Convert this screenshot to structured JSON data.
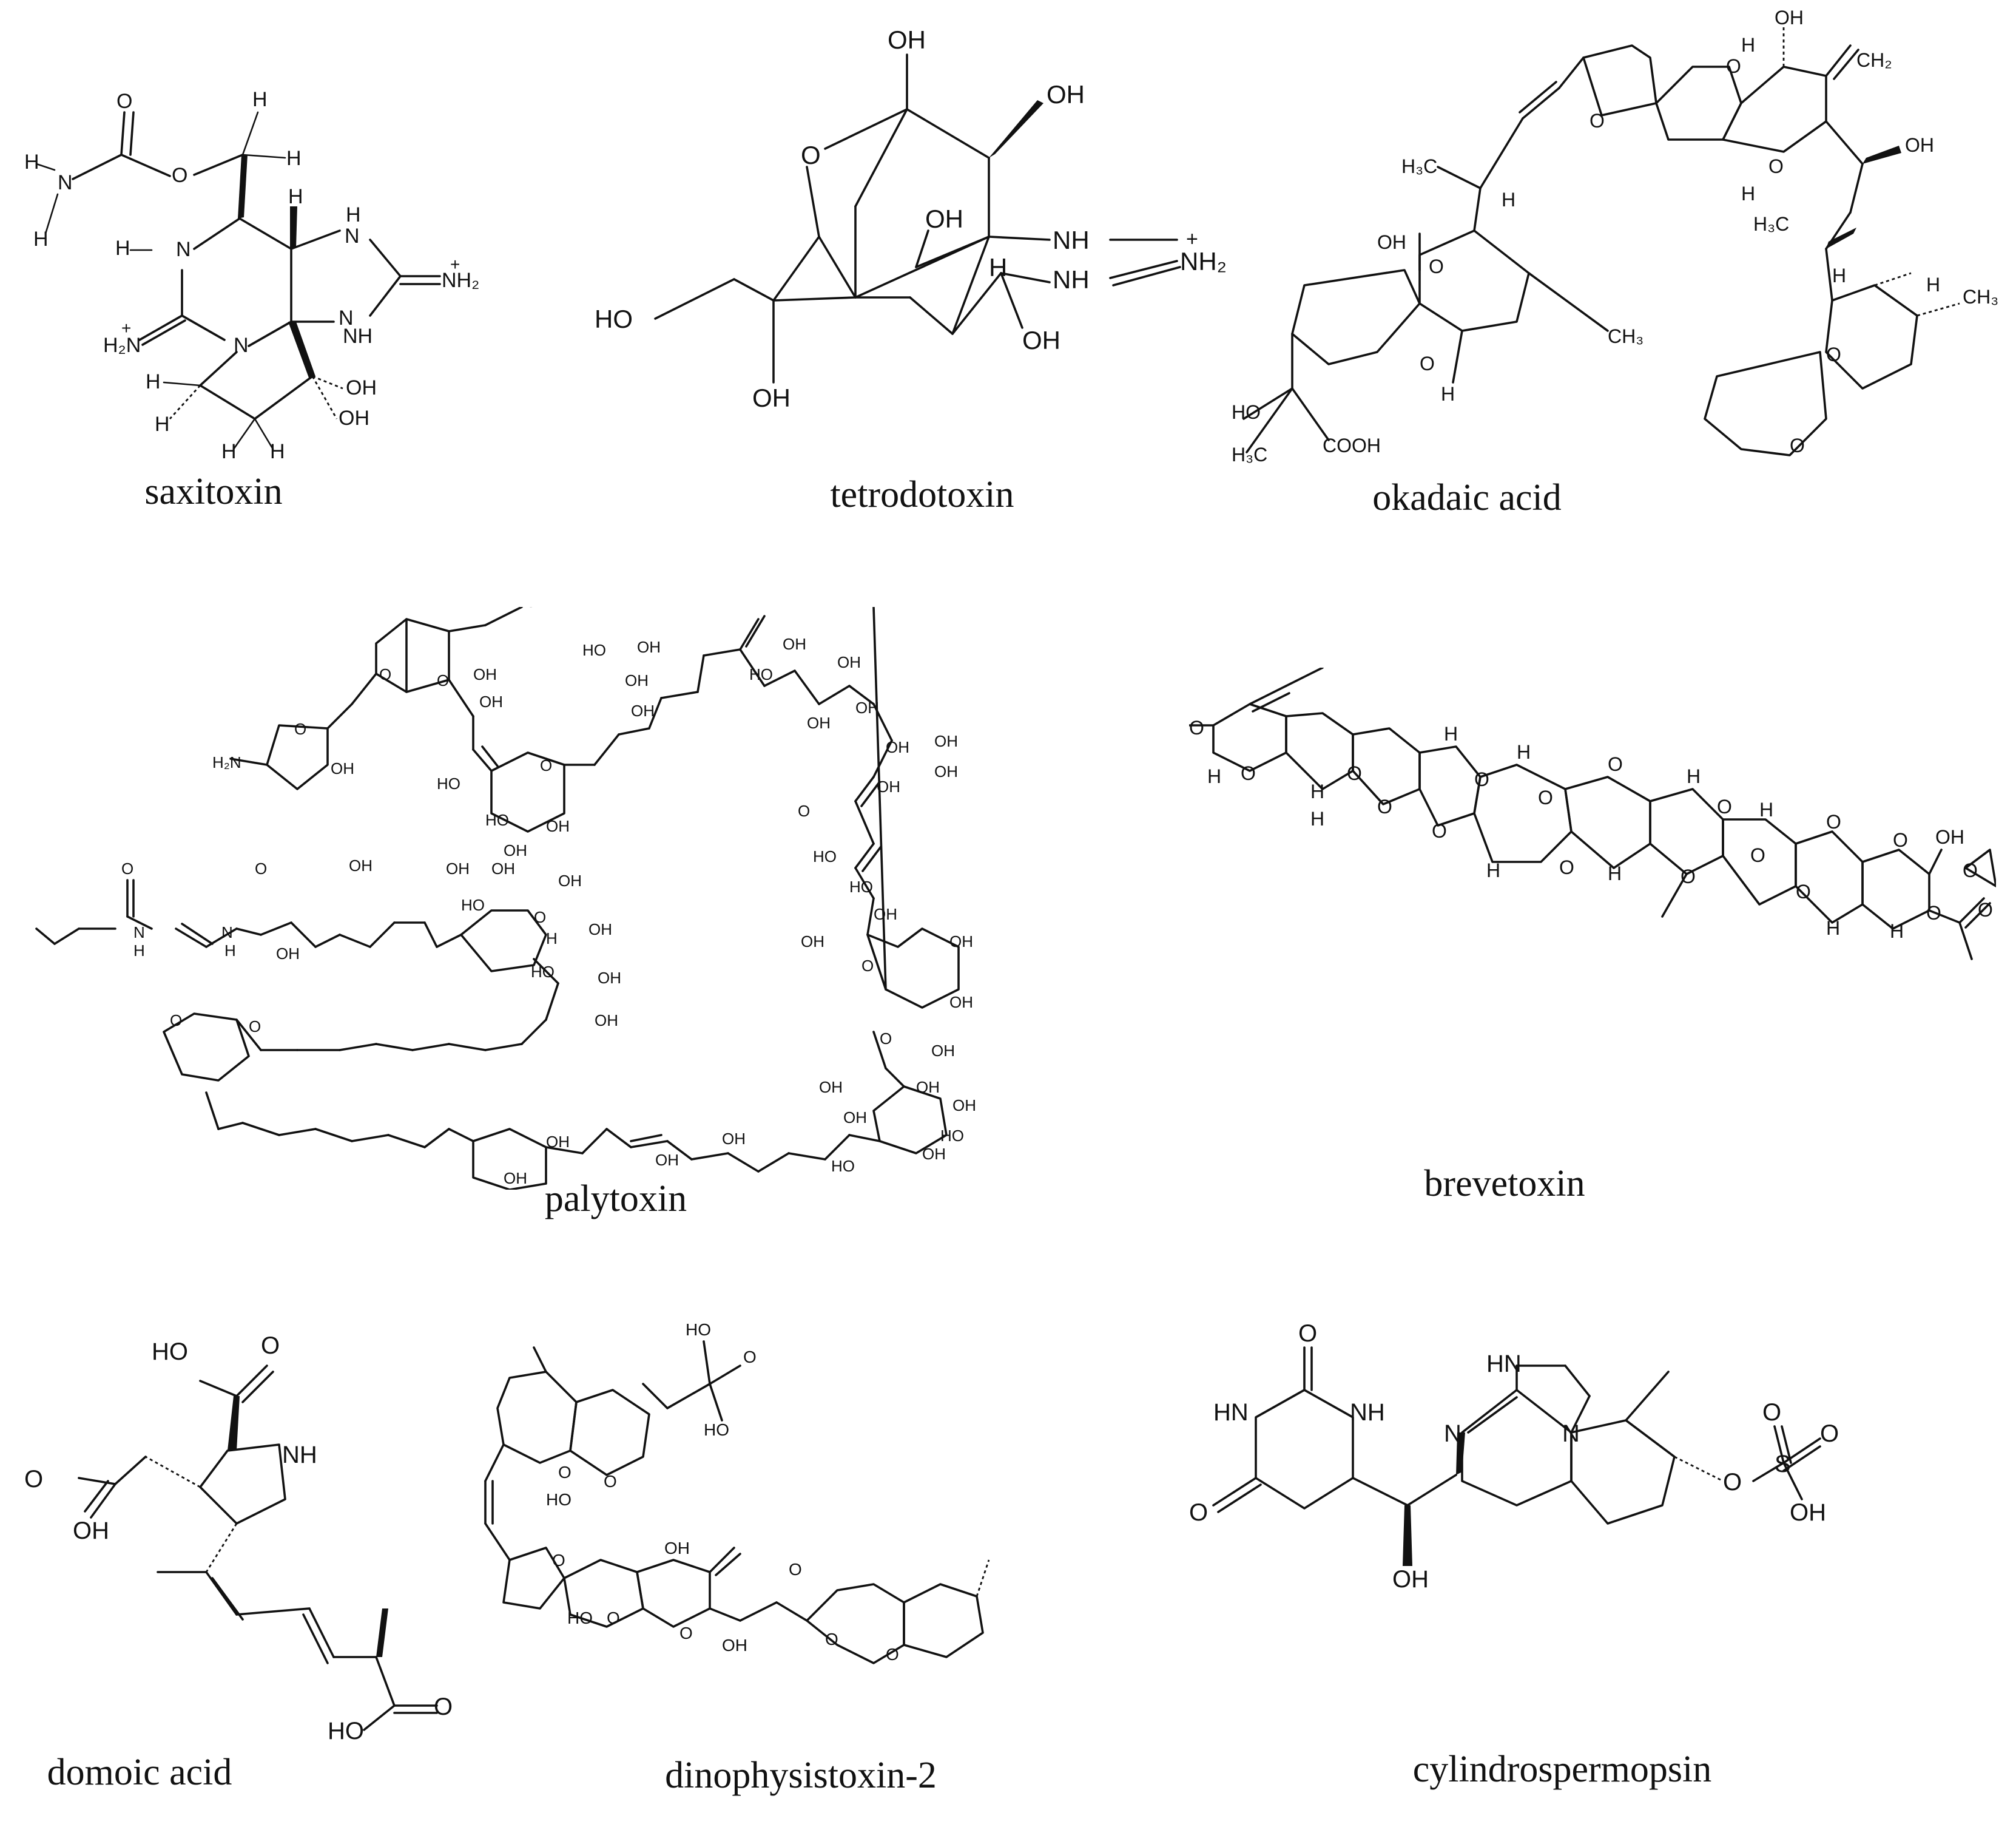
{
  "molecules": [
    {
      "name": "saxitoxin"
    },
    {
      "name": "tetrodotoxin"
    },
    {
      "name": "okadaic acid"
    },
    {
      "name": "palytoxin"
    },
    {
      "name": "brevetoxin"
    },
    {
      "name": "domoic acid"
    },
    {
      "name": "dinophysistoxin-2"
    },
    {
      "name": "cylindrospermopsin"
    }
  ],
  "atom_labels": {
    "saxitoxin": [
      "O",
      "O",
      "H",
      "H",
      "N",
      "H",
      "H",
      "H",
      "H",
      "N",
      "N",
      "H",
      "N",
      "NH₂",
      "+",
      "H₂N",
      "+",
      "N",
      "NH",
      "OH",
      "OH",
      "H",
      "H",
      "H",
      "H"
    ],
    "tetrodotoxin": [
      "OH",
      "OH",
      "O",
      "OH",
      "NH",
      "NH₂",
      "+",
      "H",
      "NH",
      "HO",
      "OH",
      "OH"
    ],
    "okadaic_acid": [
      "OH",
      "CH₂",
      "O",
      "O",
      "O",
      "H",
      "H",
      "OH",
      "H₃C",
      "H",
      "H₃C",
      "OH",
      "O",
      "H",
      "CH₃",
      "CH₃",
      "O",
      "HO",
      "H",
      "H₃C",
      "COOH",
      "H",
      "O",
      "O"
    ],
    "palytoxin": [
      "OH",
      "O",
      "O",
      "OH",
      "H₂N",
      "O",
      "OH",
      "OH",
      "O",
      "HO",
      "OH",
      "HO",
      "OH",
      "OH",
      "HO",
      "OH",
      "OH",
      "OH",
      "OH",
      "HO",
      "N",
      "H",
      "O",
      "N",
      "H",
      "O",
      "OH",
      "OH",
      "OH",
      "HO",
      "O",
      "OH",
      "OH",
      "H",
      "OH",
      "HO",
      "OH",
      "OH",
      "O",
      "OH",
      "OH",
      "OH",
      "OH",
      "O",
      "OH",
      "OH",
      "HO",
      "OH",
      "O",
      "O",
      "OH",
      "OH",
      "OH",
      "O",
      "OH",
      "OH",
      "OH",
      "OH",
      "OH",
      "OH",
      "HO",
      "OH",
      "OH",
      "HO",
      "OH",
      "HO",
      "OH"
    ],
    "brevetoxin": [
      "O",
      "O",
      "H",
      "H",
      "O",
      "O",
      "H",
      "H",
      "O",
      "O",
      "H",
      "H",
      "O",
      "O",
      "H",
      "H",
      "O",
      "O",
      "H",
      "O",
      "O",
      "H",
      "O",
      "H",
      "O",
      "OH",
      "O",
      "O",
      "O",
      "O"
    ],
    "domoic_acid": [
      "HO",
      "O",
      "NH",
      "O",
      "OH",
      "O",
      "HO"
    ],
    "dinophysistoxin_2": [
      "HO",
      "O",
      "HO",
      "O",
      "O",
      "HO",
      "OH",
      "O",
      "O",
      "O",
      "OH",
      "O",
      "O",
      "O",
      "HO"
    ],
    "cylindrospermopsin": [
      "O",
      "HN",
      "NH",
      "HN",
      "N",
      "N",
      "O",
      "O",
      "S",
      "O",
      "OH",
      "OH",
      "O"
    ]
  }
}
